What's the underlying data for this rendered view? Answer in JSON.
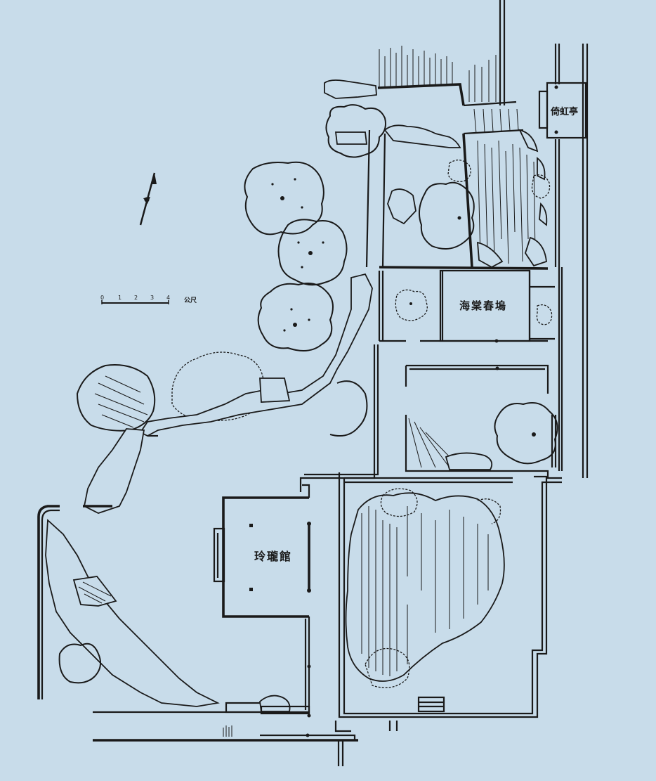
{
  "diagram": {
    "type": "garden-site-plan",
    "background_color": "#c8dcea",
    "ink_color": "#1a1a1a"
  },
  "buildings": [
    {
      "id": "yihong",
      "label": "倚虹亭",
      "orientation": "horizontal"
    },
    {
      "id": "haitang",
      "label": "海棠春塢",
      "orientation": "horizontal"
    },
    {
      "id": "linglong",
      "label": "玲瓏館",
      "orientation": "horizontal"
    }
  ],
  "scale_bar": {
    "ticks": [
      "0",
      "1",
      "2",
      "3",
      "4"
    ],
    "unit": "公尺"
  },
  "north_arrow": {
    "symbol": "north-arrow"
  },
  "features": {
    "trees": "canopy outlines with dotted centers",
    "rockery": "lake-rock (湖石) edging along paths and pond",
    "pond": "hatched water area in south-east courtyard",
    "bamboo": "vertical hatching in north courtyard"
  }
}
